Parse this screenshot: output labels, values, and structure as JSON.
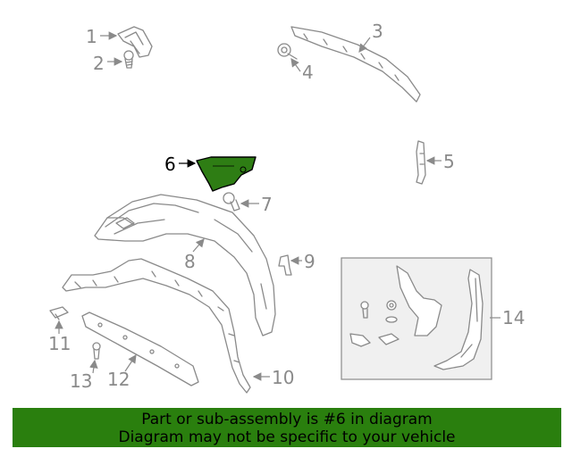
{
  "callouts": {
    "c1": "1",
    "c2": "2",
    "c3": "3",
    "c4": "4",
    "c5": "5",
    "c6": "6",
    "c7": "7",
    "c8": "8",
    "c9": "9",
    "c10": "10",
    "c11": "11",
    "c12": "12",
    "c13": "13",
    "c14": "14"
  },
  "highlighted_part": "6",
  "highlight_color": "#2e7d14",
  "banner": {
    "line1": "Part or sub-assembly is #6 in diagram",
    "line2": "Diagram may not be specific to your vehicle",
    "background": "#2a7f0e"
  }
}
